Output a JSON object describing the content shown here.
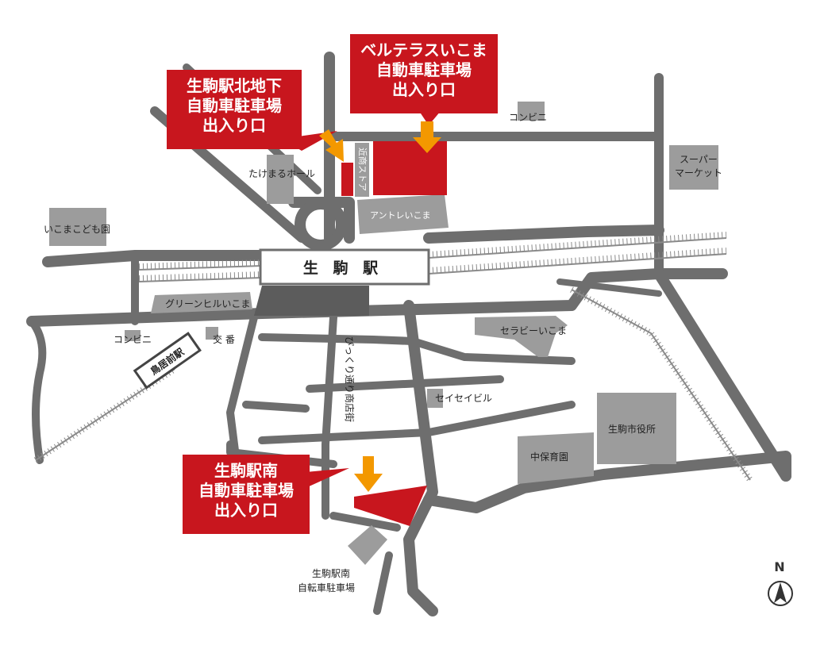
{
  "station": "生 駒 駅",
  "callouts": {
    "north_underground": [
      "生駒駅北地下",
      "自動車駐車場",
      "出入り口"
    ],
    "belle_terrace": [
      "ベルテラスいこま",
      "自動車駐車場",
      "出入り口"
    ],
    "south": [
      "生駒駅南",
      "自動車駐車場",
      "出入り口"
    ]
  },
  "labels": {
    "conveni_north": "コンビニ",
    "supermarket_1": "スーパー",
    "supermarket_2": "マーケット",
    "takemaru_hall": "たけまるホール",
    "kintetsu_store": "近商ストア",
    "antore_ikoma": "アントレいこま",
    "ikoma_kodomoen": "いこまこども園",
    "green_hill": "グリーンヒルいこま",
    "conveni_west": "コンビニ",
    "koban": "交 番",
    "toriimae_station": "鳥居前駅",
    "serabi_ikoma": "セラビーいこま",
    "pikkuri_street": "ぴっくり通り商店街",
    "seisei_bldg": "セイセイビル",
    "city_hall": "生駒市役所",
    "naka_hoikuen": "中保育園",
    "bicycle_parking_1": "生駒駅南",
    "bicycle_parking_2": "自転車駐車場"
  },
  "north_arrow": "N",
  "colors": {
    "road": "#6e6e6e",
    "building": "#9c9c9c",
    "parking": "#c8161e",
    "arrow": "#f39800"
  }
}
